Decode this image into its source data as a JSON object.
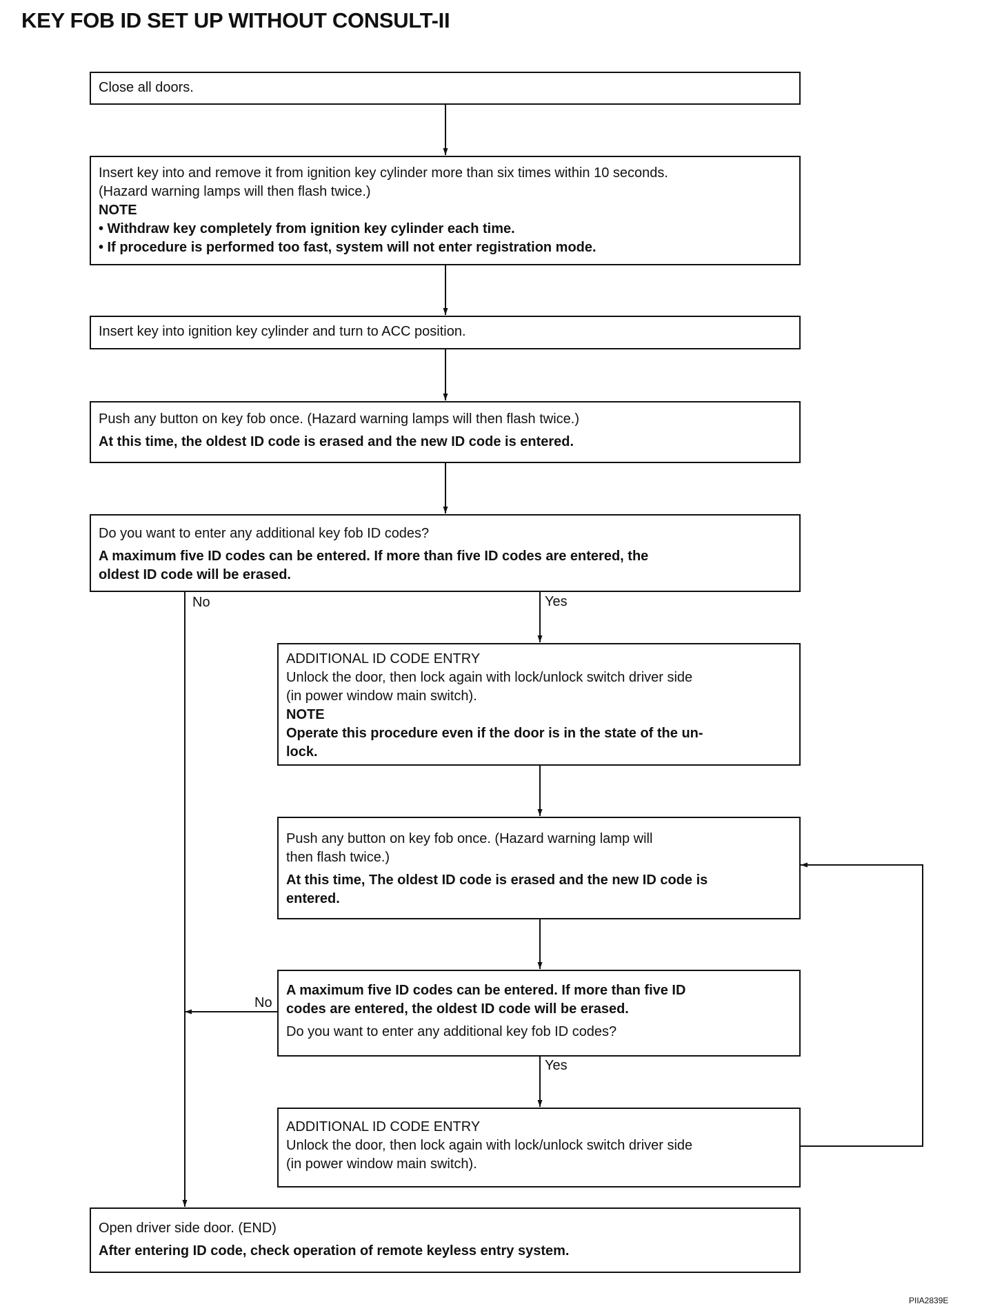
{
  "page": {
    "title": "KEY FOB ID SET UP WITHOUT CONSULT-II",
    "figure_id": "PIIA2839E"
  },
  "steps": {
    "close_doors": {
      "text": "Close all doors."
    },
    "insert_remove": {
      "line1": "Insert key into and remove it from ignition key cylinder more than six times within 10 seconds.",
      "line2": "(Hazard warning lamps will then flash twice.)",
      "note_label": "NOTE",
      "note1": "• Withdraw key completely from ignition key cylinder each time.",
      "note2": "• If procedure is performed too fast, system will not enter registration mode."
    },
    "acc_position": {
      "text": "Insert key into ignition key cylinder and turn to ACC position."
    },
    "push_button_1": {
      "line1": "Push any button on key fob once. (Hazard warning lamps will then flash twice.)",
      "bold": "At this time, the oldest ID code is erased and the new ID code is entered."
    },
    "question_1": {
      "line1": "Do you want to enter any additional key fob ID codes?",
      "bold1": "A  maximum five ID codes can be entered. If more than five ID codes are entered, the",
      "bold2": "oldest ID code will be erased."
    },
    "additional_entry_1": {
      "heading": "ADDITIONAL ID CODE ENTRY",
      "line1": "Unlock the door, then lock again with lock/unlock switch driver side",
      "line2": "(in power window main switch).",
      "note_label": "NOTE",
      "note1": "Operate this procedure even if the door is in the state of the un-",
      "note2": "lock."
    },
    "push_button_2": {
      "line1": "Push any button on key fob once. (Hazard warning lamp will",
      "line2": "then flash twice.)",
      "bold1": "At this time, The oldest ID code is erased and the new ID code is",
      "bold2": "entered."
    },
    "question_2": {
      "bold1": "A  maximum five ID codes can be entered. If more than five ID",
      "bold2": "codes are entered, the oldest ID code will be erased.",
      "line1": "Do you want to enter any additional key fob ID codes?"
    },
    "additional_entry_2": {
      "heading": "ADDITIONAL ID CODE ENTRY",
      "line1": "Unlock the door, then lock again with lock/unlock switch driver side",
      "line2": "(in power window main switch)."
    },
    "end_step": {
      "line1": "Open driver side door. (END)",
      "bold": "After entering ID code, check operation of remote keyless entry system."
    }
  },
  "branch_labels": {
    "q1_no": "No",
    "q1_yes": "Yes",
    "q2_no": "No",
    "q2_yes": "Yes"
  }
}
